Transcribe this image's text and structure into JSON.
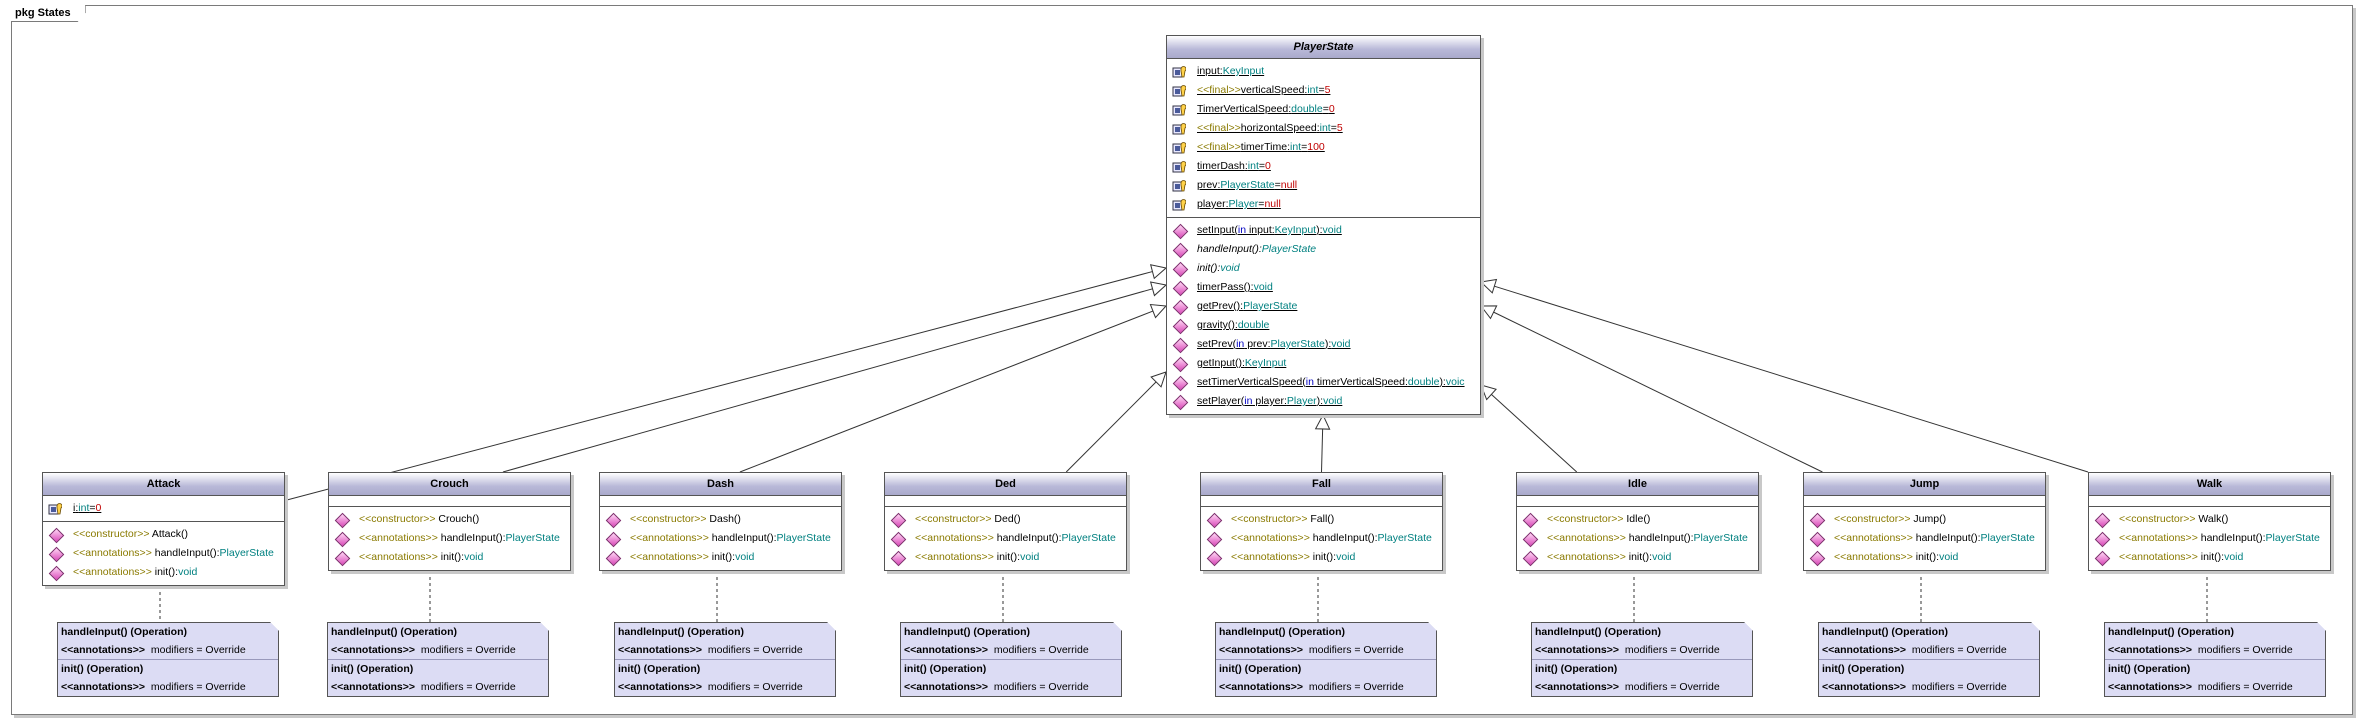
{
  "package": {
    "label": "pkg States"
  },
  "player_state": {
    "name": "PlayerState",
    "attributes": [
      {
        "name": "input",
        "sep": ":",
        "type": "KeyInput",
        "stereo": "",
        "eq": "",
        "value": ""
      },
      {
        "name": "verticalSpeed",
        "sep": ":",
        "type": "int",
        "stereo": "<<final>>",
        "eq": "=",
        "value": "5"
      },
      {
        "name": "TimerVerticalSpeed",
        "sep": ":",
        "type": "double",
        "stereo": "",
        "eq": "=",
        "value": "0"
      },
      {
        "name": "horizontalSpeed",
        "sep": ":",
        "type": "int",
        "stereo": "<<final>>",
        "eq": "=",
        "value": "5"
      },
      {
        "name": "timerTime",
        "sep": ":",
        "type": "int",
        "stereo": "<<final>>",
        "eq": "=",
        "value": "100"
      },
      {
        "name": "timerDash",
        "sep": ":",
        "type": "int",
        "stereo": "",
        "eq": "=",
        "value": "0"
      },
      {
        "name": "prev",
        "sep": ":",
        "type": "PlayerState",
        "stereo": "",
        "eq": "=",
        "value": "null"
      },
      {
        "name": "player",
        "sep": ":",
        "type": "Player",
        "stereo": "",
        "eq": "=",
        "value": "null"
      }
    ],
    "operations": [
      {
        "pre": "setInput(",
        "kw": "in",
        "mid": " input:",
        "type": "KeyInput",
        "post": "):",
        "ret": "void",
        "italic": false
      },
      {
        "pre": "handleInput():",
        "kw": "",
        "mid": "",
        "type": "",
        "post": "",
        "ret": "PlayerState",
        "italic": true
      },
      {
        "pre": "init():",
        "kw": "",
        "mid": "",
        "type": "",
        "post": "",
        "ret": "void",
        "italic": true
      },
      {
        "pre": "timerPass():",
        "kw": "",
        "mid": "",
        "type": "",
        "post": "",
        "ret": "void",
        "italic": false
      },
      {
        "pre": "getPrev():",
        "kw": "",
        "mid": "",
        "type": "",
        "post": "",
        "ret": "PlayerState",
        "italic": false
      },
      {
        "pre": "gravity():",
        "kw": "",
        "mid": "",
        "type": "",
        "post": "",
        "ret": "double",
        "italic": false
      },
      {
        "pre": "setPrev(",
        "kw": "in",
        "mid": " prev:",
        "type": "PlayerState",
        "post": "):",
        "ret": "void",
        "italic": false
      },
      {
        "pre": "getInput():",
        "kw": "",
        "mid": "",
        "type": "",
        "post": "",
        "ret": "KeyInput",
        "italic": false
      },
      {
        "pre": "setTimerVerticalSpeed(",
        "kw": "in",
        "mid": " timerVerticalSpeed:",
        "type": "double",
        "post": "):",
        "ret": "voic",
        "italic": false
      },
      {
        "pre": "setPlayer(",
        "kw": "in",
        "mid": " player:",
        "type": "Player",
        "post": "):",
        "ret": "void",
        "italic": false
      }
    ]
  },
  "subclasses": [
    {
      "name": "Attack",
      "attr": {
        "name": "i",
        "sep": ":",
        "type": "int",
        "eq": "=",
        "value": "0"
      },
      "ctor": "Attack()"
    },
    {
      "name": "Crouch",
      "ctor": "Crouch()"
    },
    {
      "name": "Dash",
      "ctor": "Dash()"
    },
    {
      "name": "Ded",
      "ctor": "Ded()"
    },
    {
      "name": "Fall",
      "ctor": "Fall()"
    },
    {
      "name": "Idle",
      "ctor": "Idle()"
    },
    {
      "name": "Jump",
      "ctor": "Jump()"
    },
    {
      "name": "Walk",
      "ctor": "Walk()"
    }
  ],
  "sub_labels": {
    "ctor_stereo": "<<constructor>>",
    "ann_stereo": "<<annotations>>",
    "handle": "handleInput():",
    "handle_ret": "PlayerState",
    "init": "init():",
    "init_ret": "void"
  },
  "note": {
    "op1": "handleInput() (Operation)",
    "op2": "init() (Operation)",
    "ann": "<<annotations>>",
    "mods": "modifiers = Override"
  },
  "colors": {
    "header_gradient_end": "#a9a9cc",
    "note_fill": "#dcdcf4",
    "operation_icon": "#d948b8",
    "type_text": "#008080",
    "stereotype_text": "#8a7a00",
    "value_text": "#c00000"
  }
}
